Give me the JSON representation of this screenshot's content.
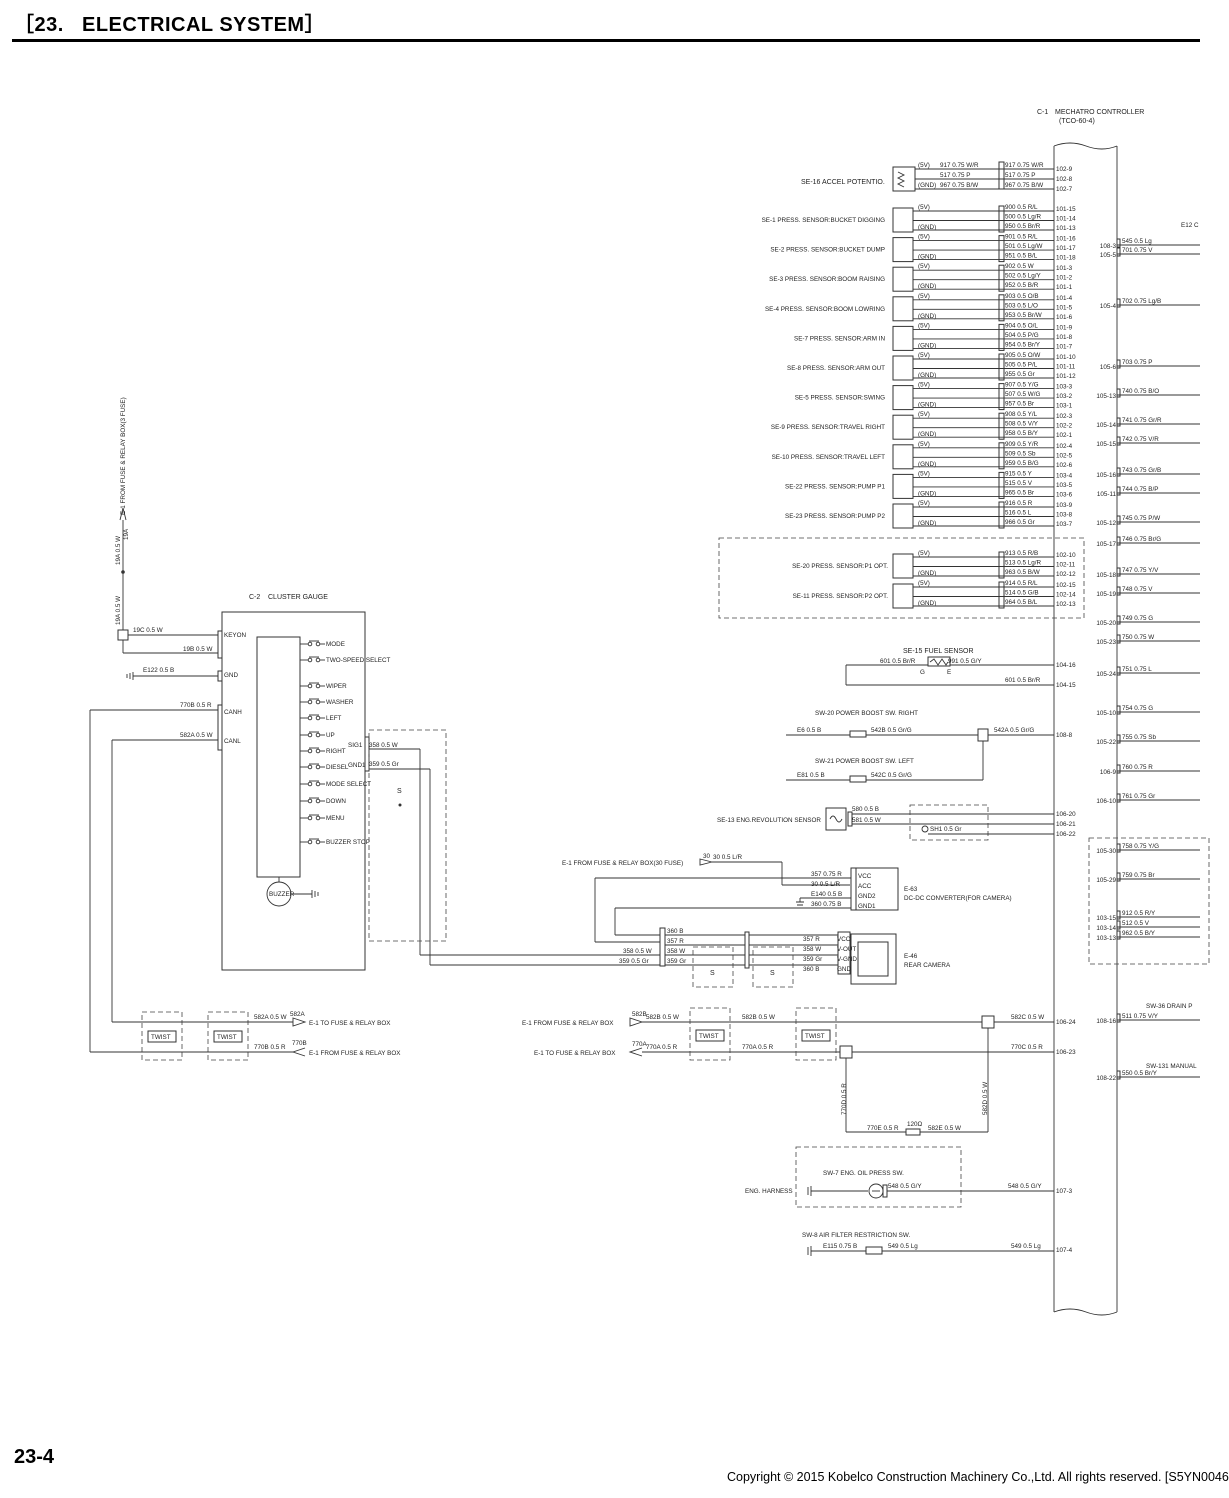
{
  "header": {
    "bracket_open": "［",
    "number": "23.",
    "title": "ELECTRICAL SYSTEM",
    "bracket_close": "］"
  },
  "footer": {
    "page_number": "23-4",
    "copyright": "Copyright © 2015 Kobelco Construction Machinery Co.,Ltd. All rights reserved. [S5YN0046"
  },
  "controller": {
    "id": "C-1",
    "name": "MECHATRO CONTROLLER",
    "model": "(TCO-60-4)"
  },
  "accel": {
    "name": "SE-16  ACCEL POTENTIO.",
    "tags": [
      "(5V)",
      "",
      "(GND)"
    ],
    "inner": [
      "917 0.75 W/R",
      "517 0.75 P",
      "967 0.75 B/W"
    ],
    "wires": [
      "917 0.75 W/R",
      "517 0.75 P",
      "967 0.75 B/W"
    ],
    "pins": [
      "102-9",
      "102-8",
      "102-7"
    ]
  },
  "sensors": [
    {
      "name": "SE-1  PRESS. SENSOR:BUCKET DIGGING",
      "wires": [
        "900 0.5 R/L",
        "500 0.5 Lg/R",
        "950 0.5 Br/R"
      ],
      "pins": [
        "101-15",
        "101-14",
        "101-13"
      ]
    },
    {
      "name": "SE-2  PRESS. SENSOR:BUCKET DUMP",
      "wires": [
        "901 0.5 R/L",
        "501 0.5 Lg/W",
        "951 0.5 B/L"
      ],
      "pins": [
        "101-16",
        "101-17",
        "101-18"
      ]
    },
    {
      "name": "SE-3  PRESS. SENSOR:BOOM RAISING",
      "wires": [
        "902 0.5 W",
        "502 0.5 Lg/Y",
        "952 0.5 B/R"
      ],
      "pins": [
        "101-3",
        "101-2",
        "101-1"
      ]
    },
    {
      "name": "SE-4  PRESS. SENSOR:BOOM LOWRING",
      "wires": [
        "903 0.5 O/B",
        "503 0.5 L/O",
        "953 0.5 Br/W"
      ],
      "pins": [
        "101-4",
        "101-5",
        "101-6"
      ]
    },
    {
      "name": "SE-7  PRESS. SENSOR:ARM IN",
      "wires": [
        "904 0.5 O/L",
        "504 0.5 P/G",
        "954 0.5 Br/Y"
      ],
      "pins": [
        "101-9",
        "101-8",
        "101-7"
      ]
    },
    {
      "name": "SE-8  PRESS. SENSOR:ARM OUT",
      "wires": [
        "905 0.5 O/W",
        "505 0.5 P/L",
        "955 0.5 Gr"
      ],
      "pins": [
        "101-10",
        "101-11",
        "101-12"
      ]
    },
    {
      "name": "SE-5  PRESS. SENSOR:SWING",
      "wires": [
        "907 0.5 Y/G",
        "507 0.5 W/G",
        "957 0.5 Br"
      ],
      "pins": [
        "103-3",
        "103-2",
        "103-1"
      ]
    },
    {
      "name": "SE-9  PRESS. SENSOR:TRAVEL RIGHT",
      "wires": [
        "908 0.5 Y/L",
        "508 0.5 V/Y",
        "958 0.5 B/Y"
      ],
      "pins": [
        "102-3",
        "102-2",
        "102-1"
      ]
    },
    {
      "name": "SE-10  PRESS. SENSOR:TRAVEL LEFT",
      "wires": [
        "909 0.5 Y/R",
        "509 0.5 Sb",
        "959 0.5 B/G"
      ],
      "pins": [
        "102-4",
        "102-5",
        "102-6"
      ]
    },
    {
      "name": "SE-22  PRESS. SENSOR:PUMP P1",
      "wires": [
        "915 0.5 Y",
        "515 0.5 V",
        "965 0.5 Br"
      ],
      "pins": [
        "103-4",
        "103-5",
        "103-6"
      ]
    },
    {
      "name": "SE-23  PRESS. SENSOR:PUMP P2",
      "wires": [
        "916 0.5 R",
        "516 0.5 L",
        "966 0.5 Gr"
      ],
      "pins": [
        "103-9",
        "103-8",
        "103-7"
      ]
    }
  ],
  "opt_sensors": [
    {
      "name": "SE-20  PRESS. SENSOR:P1 OPT.",
      "wires": [
        "913 0.5 R/B",
        "513 0.5 Lg/R",
        "963 0.5 B/W"
      ],
      "pins": [
        "102-10",
        "102-11",
        "102-12"
      ]
    },
    {
      "name": "SE-11  PRESS. SENSOR:P2 OPT.",
      "wires": [
        "914 0.5 R/L",
        "514 0.5 G/B",
        "964 0.5 B/L"
      ],
      "pins": [
        "102-15",
        "102-14",
        "102-13"
      ]
    }
  ],
  "sensor_tags": {
    "v": "(5V)",
    "g": "(GND)"
  },
  "fuel": {
    "name": "SE-15  FUEL SENSOR",
    "w1": "601 0.5 Br/R",
    "w2": "991 0.5 G/Y",
    "g": "G",
    "e": "E",
    "w3": "601 0.5 Br/R",
    "pin1": "104-16",
    "pin2": "104-15"
  },
  "boost_r": {
    "name": "SW-20  POWER BOOST SW. RIGHT",
    "w1": "E6 0.5 B",
    "w2": "542B 0.5 Gr/G",
    "w3": "542A 0.5 Gr/G",
    "pin": "108-8"
  },
  "boost_l": {
    "name": "SW-21  POWER BOOST SW. LEFT",
    "w1": "E81 0.5 B",
    "w2": "542C 0.5 Gr/G"
  },
  "eng_rev": {
    "name": "SE-13 ENG.REVOLUTION SENSOR",
    "w1": "580 0.5 B",
    "w2": "581 0.5 W",
    "sh": "SH1 0.5 Gr",
    "pins": [
      "106-20",
      "106-21",
      "106-22"
    ]
  },
  "e1_30a": {
    "label": "E-1  FROM FUSE & RELAY BOX(30 FUSE)",
    "w1": "30",
    "w2": "30 0.5 L/R"
  },
  "e63": {
    "id": "E-63",
    "name": "DC-DC CONVERTER(FOR CAMERA)",
    "pins": [
      "VCC",
      "ACC",
      "GND2",
      "GND1"
    ],
    "wires": [
      "357 0.75 R",
      "30 0.5 L/R",
      "E140 0.5 B",
      "360 0.75 B"
    ]
  },
  "e46": {
    "id": "E-46",
    "name": "REAR CAMERA",
    "pins": [
      "VCC",
      "V-OUT",
      "V-GND",
      "GND"
    ],
    "wires": [
      "357 R",
      "358 W",
      "359 Gr",
      "360 B"
    ]
  },
  "camera_inner": [
    "360 B",
    "357 R",
    "358 W",
    "359 Gr"
  ],
  "camera_left": [
    "358 0.5 W",
    "359 0.5 Gr"
  ],
  "shield_s": "S",
  "cluster": {
    "id": "C-2",
    "name": "CLUSTER GAUGE",
    "pins": [
      "KEYON",
      "GND",
      "CANH",
      "CANL"
    ],
    "switches": [
      "MODE",
      "TWO-SPEED SELECT",
      "WIPER",
      "WASHER",
      "LEFT",
      "UP",
      "RIGHT",
      "DIESEL",
      "MODE SELECT",
      "DOWN",
      "MENU",
      "BUZZER STOP"
    ],
    "sig": [
      "SIG1",
      "GND1"
    ],
    "sig_wires": [
      "358 0.5 W",
      "359 0.5 Gr"
    ],
    "buzzer": "BUZZER"
  },
  "left_power": {
    "label": "E-1  FROM FUSE & RELAY BOX(3 FUSE)",
    "wire_top": "19A 0.5 W",
    "wire_top_b": "19A",
    "wire_mid": "19A 0.5 W",
    "w19c": "19C 0.5 W",
    "w19b": "19B 0.5 W",
    "we122": "E122 0.5 B",
    "w770b": "770B 0.5 R",
    "w582a": "582A 0.5 W"
  },
  "twist": "TWIST",
  "can_left": {
    "w1": "582A 0.5 W",
    "w1b": "582A",
    "lbl1": "E-1  TO FUSE & RELAY BOX",
    "w2": "770B 0.5 R",
    "w2b": "770B",
    "lbl2": "E-1  FROM FUSE & RELAY BOX"
  },
  "can_right": {
    "lbl1": "E-1   FROM FUSE & RELAY BOX",
    "w1a": "582B",
    "w1": "582B 0.5 W",
    "w1b": "582B 0.5 W",
    "w1c": "582C 0.5 W",
    "pin1": "106-24",
    "lbl2": "E-1   TO FUSE & RELAY BOX",
    "w2a": "770A",
    "w2": "770A 0.5 R",
    "w2b": "770A 0.5 R",
    "w2c": "770C 0.5 R",
    "pin2": "106-23",
    "v1": "770D 0.5 R",
    "v2": "582D 0.5 W",
    "bot1": "770E 0.5 R",
    "res": "120Ω",
    "bot2": "582E 0.5 W"
  },
  "oil": {
    "name": "SW-7  ENG. OIL PRESS SW.",
    "harness": "ENG. HARNESS",
    "w1": "548 0.5 G/Y",
    "w2": "548 0.5 G/Y",
    "pin": "107-3"
  },
  "air": {
    "name": "SW-8  AIR FILTER RESTRICTION SW.",
    "w1": "E115 0.75 B",
    "w2": "549 0.5 Lg",
    "w3": "549 0.5 Lg",
    "pin": "107-4"
  },
  "right_side": [
    {
      "pin": "108-3",
      "wire": "545 0.5 Lg"
    },
    {
      "pin": "105-5",
      "wire": "701 0.75 V"
    },
    {
      "pin": "105-4",
      "wire": "702 0.75 Lg/B"
    },
    {
      "pin": "105-6",
      "wire": "703 0.75 P"
    },
    {
      "pin": "105-13",
      "wire": "740 0.75 B/O"
    },
    {
      "pin": "105-14",
      "wire": "741 0.75 Gr/R"
    },
    {
      "pin": "105-15",
      "wire": "742 0.75 V/R"
    },
    {
      "pin": "105-16",
      "wire": "743 0.75 Gr/B"
    },
    {
      "pin": "105-11",
      "wire": "744 0.75 B/P"
    },
    {
      "pin": "105-12",
      "wire": "745 0.75 P/W"
    },
    {
      "pin": "105-17",
      "wire": "746 0.75 Br/G"
    },
    {
      "pin": "105-18",
      "wire": "747 0.75 Y/V"
    },
    {
      "pin": "105-19",
      "wire": "748 0.75 V"
    },
    {
      "pin": "105-20",
      "wire": "749 0.75 G"
    },
    {
      "pin": "105-23",
      "wire": "750 0.75 W"
    },
    {
      "pin": "105-24",
      "wire": "751 0.75 L"
    },
    {
      "pin": "105-10",
      "wire": "754 0.75 G"
    },
    {
      "pin": "105-22",
      "wire": "755 0.75 Sb"
    },
    {
      "pin": "106-9",
      "wire": "760 0.75 R"
    },
    {
      "pin": "106-10",
      "wire": "761 0.75 Gr"
    },
    {
      "pin": "105-30",
      "wire": "758 0.75 Y/G"
    },
    {
      "pin": "105-29",
      "wire": "759 0.75 Br"
    },
    {
      "pin": "103-15",
      "wire": "912 0.5 R/Y"
    },
    {
      "pin": "103-14",
      "wire": "512 0.5 V"
    },
    {
      "pin": "103-13",
      "wire": "962 0.5 B/Y"
    },
    {
      "pin": "108-16",
      "wire": "511 0.75 V/Y"
    },
    {
      "pin": "108-22",
      "wire": "550 0.5 Br/Y"
    }
  ],
  "right_labels": {
    "e12": "E12 C",
    "sw36": "SW-36  DRAIN P",
    "sw131": "SW-131  MANUAL"
  }
}
